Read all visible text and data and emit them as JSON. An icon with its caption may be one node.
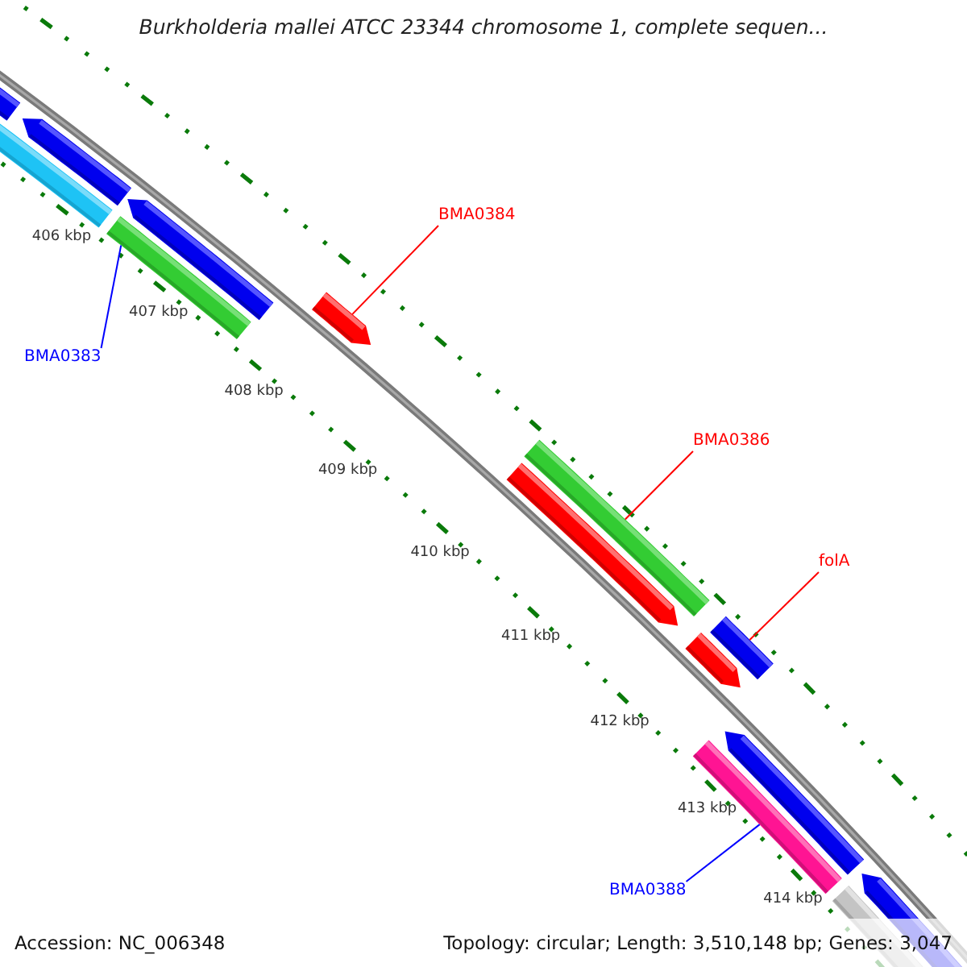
{
  "diagram": {
    "title": "Burkholderia mallei ATCC 23344 chromosome 1, complete sequen...",
    "nodes": [
      {
        "text": [
          "BMA0384"
        ]
      },
      {
        "text": [],
        "shape": "arrow"
      },
      {
        "text": [
          "BMA0383"
        ]
      },
      {
        "text": [],
        "shape": "bar"
      },
      {
        "text": [
          "BMA0386"
        ]
      },
      {
        "text": [],
        "shape": "bar"
      },
      {
        "text": [
          "folA"
        ]
      },
      {
        "text": [],
        "shape": "bar"
      },
      {
        "text": [
          "BMA0388"
        ]
      },
      {
        "text": [],
        "shape": "bar"
      }
    ],
    "edges": [
      {
        "from": 0,
        "to": 1,
        "arrow": "none"
      },
      {
        "from": 2,
        "to": 3,
        "arrow": "none",
        "color": "#0000ff"
      },
      {
        "from": 4,
        "to": 5,
        "arrow": "none"
      },
      {
        "from": 6,
        "to": 7,
        "arrow": "none"
      },
      {
        "from": 8,
        "to": 9,
        "arrow": "none",
        "color": "#0000ff"
      }
    ],
    "labels": [
      "406 kbp",
      "407 kbp",
      "408 kbp",
      "409 kbp",
      "410 kbp",
      "411 kbp",
      "412 kbp",
      "413 kbp",
      "414 kbp",
      "Accession: NC_006348",
      "Topology: circular; Length: 3,510,148 bp; Genes: 3,047"
    ]
  }
}
